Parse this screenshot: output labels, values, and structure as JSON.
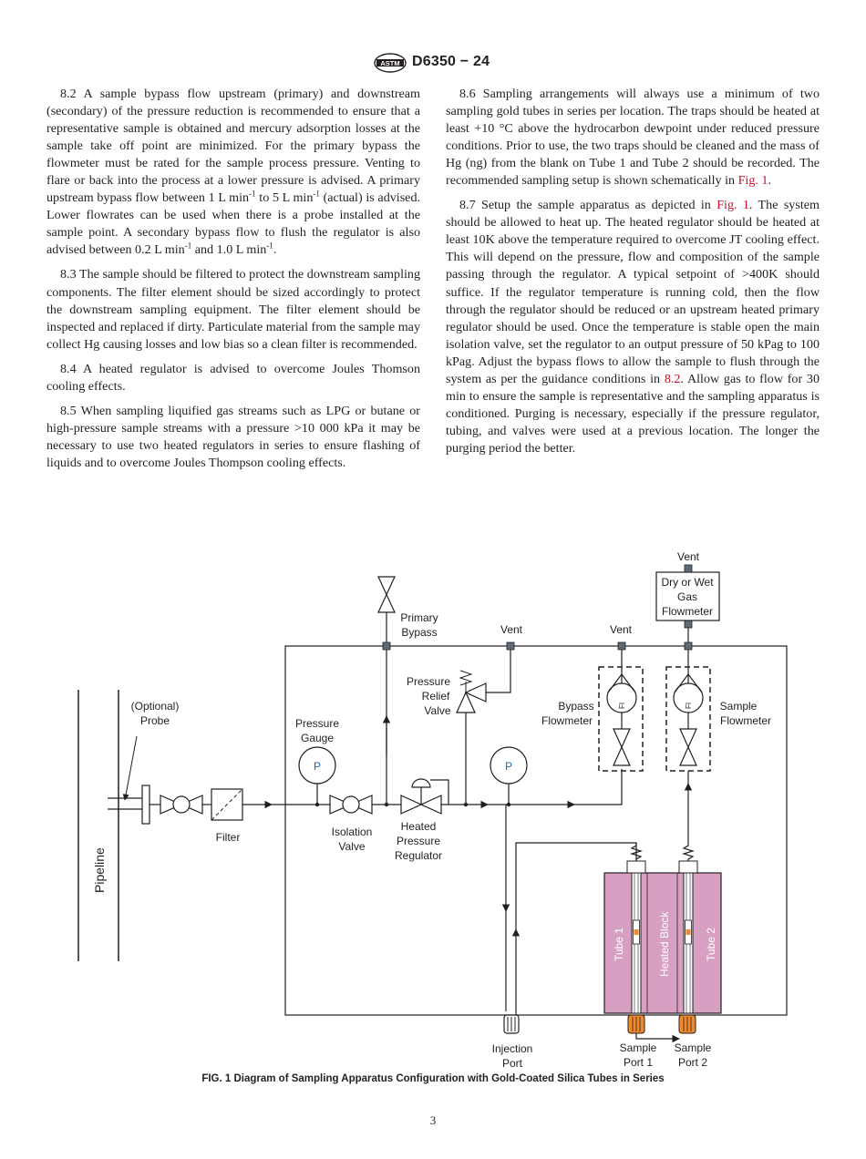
{
  "header": {
    "logo_text": "ASTM",
    "designation": "D6350 − 24"
  },
  "left_column": {
    "p82": {
      "a": "8.2 A sample bypass flow upstream (primary) and downstream (secondary) of the pressure reduction is recommended to ensure that a representative sample is obtained and mercury adsorption losses at the sample take off point are minimized. For the primary bypass the flowmeter must be rated for the sample process pressure. Venting to flare or back into the process at a lower pressure is advised. A primary upstream bypass flow between 1 L min",
      "sup1": "-1",
      "b": " to 5 L min",
      "sup2": "-1",
      "c": " (actual) is advised. Lower flowrates can be used when there is a probe installed at the sample point. A secondary bypass flow to flush the regulator is also advised between 0.2 L min",
      "sup3": "-1",
      "d": " and 1.0 L min",
      "sup4": "-1",
      "e": "."
    },
    "p83": "8.3 The sample should be filtered to protect the downstream sampling components. The filter element should be sized accordingly to protect the downstream sampling equipment. The filter element should be inspected and replaced if dirty. Particulate material from the sample may collect Hg causing losses and low bias so a clean filter is recommended.",
    "p84": "8.4 A heated regulator is advised to overcome Joules Thomson cooling effects.",
    "p85": "8.5 When sampling liquified gas streams such as LPG or butane or high-pressure sample streams with a pressure >10 000 kPa it may be necessary to use two heated regulators in series to ensure flashing of liquids and to overcome Joules Thompson cooling effects."
  },
  "right_column": {
    "p86": {
      "a": "8.6 Sampling arrangements will always use a minimum of two sampling gold tubes in series per location. The traps should be heated at least +10 °C above the hydrocarbon dewpoint under reduced pressure conditions. Prior to use, the two traps should be cleaned and the mass of Hg (ng) from the blank on Tube 1 and Tube 2 should be recorded. The recommended sampling setup is shown schematically in ",
      "ref": "Fig. 1",
      "b": "."
    },
    "p87": {
      "a": "8.7 Setup the sample apparatus as depicted in ",
      "ref1": "Fig. 1",
      "b": ". The system should be allowed to heat up. The heated regulator should be heated at least 10K above the temperature required to overcome JT cooling effect. This will depend on the pressure, flow and composition of the sample passing through the regulator. A typical setpoint of >400K should suffice. If the regulator temperature is running cold, then the flow through the regulator should be reduced or an upstream heated primary regulator should be used. Once the temperature is stable open the main isolation valve, set the regulator to an output pressure of 50 kPag to 100 kPag. Adjust the bypass flows to allow the sample to flush through the system as per the guidance conditions in ",
      "ref2": "8.2",
      "c": ". Allow gas to flow for 30 min to ensure the sample is representative and the sampling apparatus is conditioned. Purging is necessary, especially if the pressure regulator, tubing, and valves were used at a previous location. The longer the purging period the better."
    }
  },
  "diagram": {
    "vent_top": "Vent",
    "meter_line1": "Dry or Wet",
    "meter_line2": "Gas",
    "meter_line3": "Flowmeter",
    "primary_line1": "Primary",
    "primary_line2": "Bypass",
    "vent_mid1": "Vent",
    "vent_mid2": "Vent",
    "relief_line1": "Pressure",
    "relief_line2": "Relief",
    "relief_line3": "Valve",
    "bypass_fm_line1": "Bypass",
    "bypass_fm_line2": "Flowmeter",
    "sample_fm_line1": "Sample",
    "sample_fm_line2": "Flowmeter",
    "fi": "FI",
    "probe_line1": "(Optional)",
    "probe_line2": "Probe",
    "gauge_line1": "Pressure",
    "gauge_line2": "Gauge",
    "gauge_symbol": "P",
    "filter": "Filter",
    "isolation_line1": "Isolation",
    "isolation_line2": "Valve",
    "regulator_line1": "Heated",
    "regulator_line2": "Pressure",
    "regulator_line3": "Regulator",
    "pipeline": "Pipeline",
    "tube1": "Tube 1",
    "heated_block": "Heated Block",
    "tube2": "Tube 2",
    "injection_line1": "Injection",
    "injection_line2": "Port",
    "sp1_line1": "Sample",
    "sp1_line2": "Port 1",
    "sp2_line1": "Sample",
    "sp2_line2": "Port 2"
  },
  "caption": "FIG. 1 Diagram of Sampling Apparatus Configuration with Gold-Coated Silica Tubes in Series",
  "page_number": "3",
  "colors": {
    "text": "#231f20",
    "link": "#c8102e",
    "heated_block": "#d7a0c2",
    "port_orange": "#f08a2c",
    "gauge_blue": "#2a67b1"
  }
}
